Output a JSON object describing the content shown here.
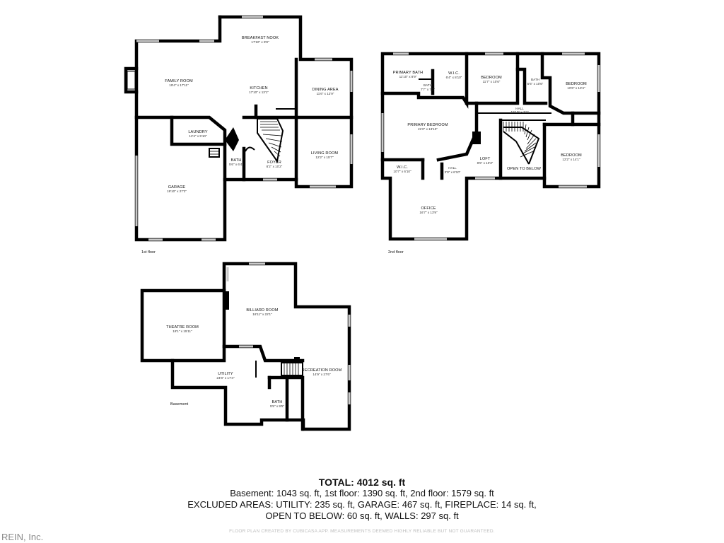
{
  "floors": {
    "first": {
      "label": "1st floor",
      "rooms": [
        {
          "name": "BREAKFAST NOOK",
          "dims": "17'10\" x 9'8\""
        },
        {
          "name": "FAMILY ROOM",
          "dims": "19'4\" x 17'11\""
        },
        {
          "name": "KITCHEN",
          "dims": "17'10\" x 13'1\""
        },
        {
          "name": "DINING AREA",
          "dims": "11'6\" x 12'9\""
        },
        {
          "name": "LAUNDRY",
          "dims": "12'4\" x 5'10\""
        },
        {
          "name": "GARAGE",
          "dims": "19'10\" x 27'2\""
        },
        {
          "name": "BATH",
          "dims": "5'6\" x 6'4\""
        },
        {
          "name": "FOYER",
          "dims": "8'2\" x 10'2\""
        },
        {
          "name": "LIVING ROOM",
          "dims": "12'2\" x 15'7\""
        }
      ]
    },
    "second": {
      "label": "2nd floor",
      "rooms": [
        {
          "name": "PRIMARY BATH",
          "dims": "11'10\" x 8'9\""
        },
        {
          "name": "W.I.C.",
          "dims": "6'4\" x 8'10\""
        },
        {
          "name": "BATH",
          "dims": "7'7\" x 7'1\""
        },
        {
          "name": "BEDROOM",
          "dims": "11'7\" x 10'6\""
        },
        {
          "name": "BATH",
          "dims": "5'6\" x 10'6\""
        },
        {
          "name": "BEDROOM",
          "dims": "10'6\" x 13'4\""
        },
        {
          "name": "HALL",
          "dims": "15'10\" x 3'2\""
        },
        {
          "name": "PRIMARY BEDROOM",
          "dims": "21'0\" x 13'10\""
        },
        {
          "name": "LOFT",
          "dims": "8'5\" x 10'3\""
        },
        {
          "name": "OPEN TO BELOW",
          "dims": ""
        },
        {
          "name": "BEDROOM",
          "dims": "12'2\" x 14'1\""
        },
        {
          "name": "W.I.C.",
          "dims": "10'7\" x 6'10\""
        },
        {
          "name": "HALL",
          "dims": "3'9\" x 6'10\""
        },
        {
          "name": "OFFICE",
          "dims": "16'7\" x 13'9\""
        }
      ]
    },
    "basement": {
      "label": "Basement",
      "rooms": [
        {
          "name": "BILLIARD ROOM",
          "dims": "16'11\" x 22'1\""
        },
        {
          "name": "THEATRE ROOM",
          "dims": "18'1\" x 15'11\""
        },
        {
          "name": "UTILITY",
          "dims": "24'8\" x 17'4\""
        },
        {
          "name": "RECREATION ROOM",
          "dims": "14'9\" x 27'6\""
        },
        {
          "name": "BATH",
          "dims": "5'5\" x 9'5\""
        }
      ]
    }
  },
  "summary": {
    "total": "TOTAL: 4012 sq. ft",
    "line1": "Basement: 1043 sq. ft, 1st floor: 1390 sq. ft, 2nd floor: 1579 sq. ft",
    "line2": "EXCLUDED AREAS: UTILITY: 235 sq. ft, GARAGE: 467 sq. ft, FIREPLACE: 14 sq. ft,",
    "line3": "OPEN TO BELOW: 60 sq. ft, WALLS: 297 sq. ft",
    "disclaimer": "FLOOR PLAN CREATED BY CUBICASA APP. MEASUREMENTS DEEMED HIGHLY RELIABLE BUT NOT GUARANTEED."
  },
  "branding": {
    "watermark": "REIN, Inc."
  }
}
